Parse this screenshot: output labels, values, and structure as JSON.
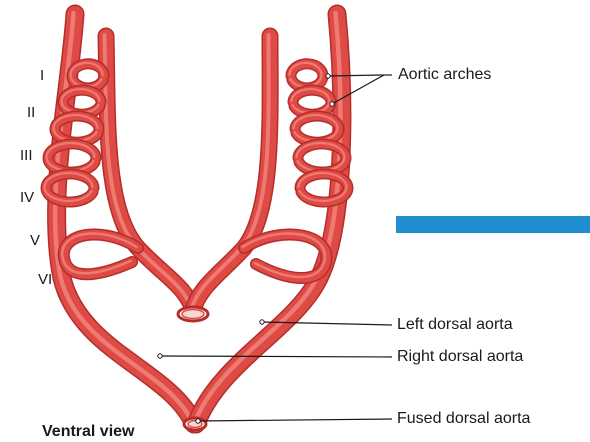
{
  "arch_numerals": [
    "I",
    "II",
    "III",
    "IV",
    "V",
    "VI"
  ],
  "labels": {
    "aortic_arches": "Aortic arches",
    "left_dorsal_aorta": "Left dorsal aorta",
    "right_dorsal_aorta": "Right dorsal aorta",
    "fused_dorsal_aorta": "Fused dorsal aorta",
    "view": "Ventral view"
  },
  "colors": {
    "vessel": "#de4a45",
    "vessel_dark": "#b52d29",
    "vessel_highlight": "#f58f86",
    "accent_bar": "#1f8fd0",
    "leader_line": "#1a1a1a"
  }
}
